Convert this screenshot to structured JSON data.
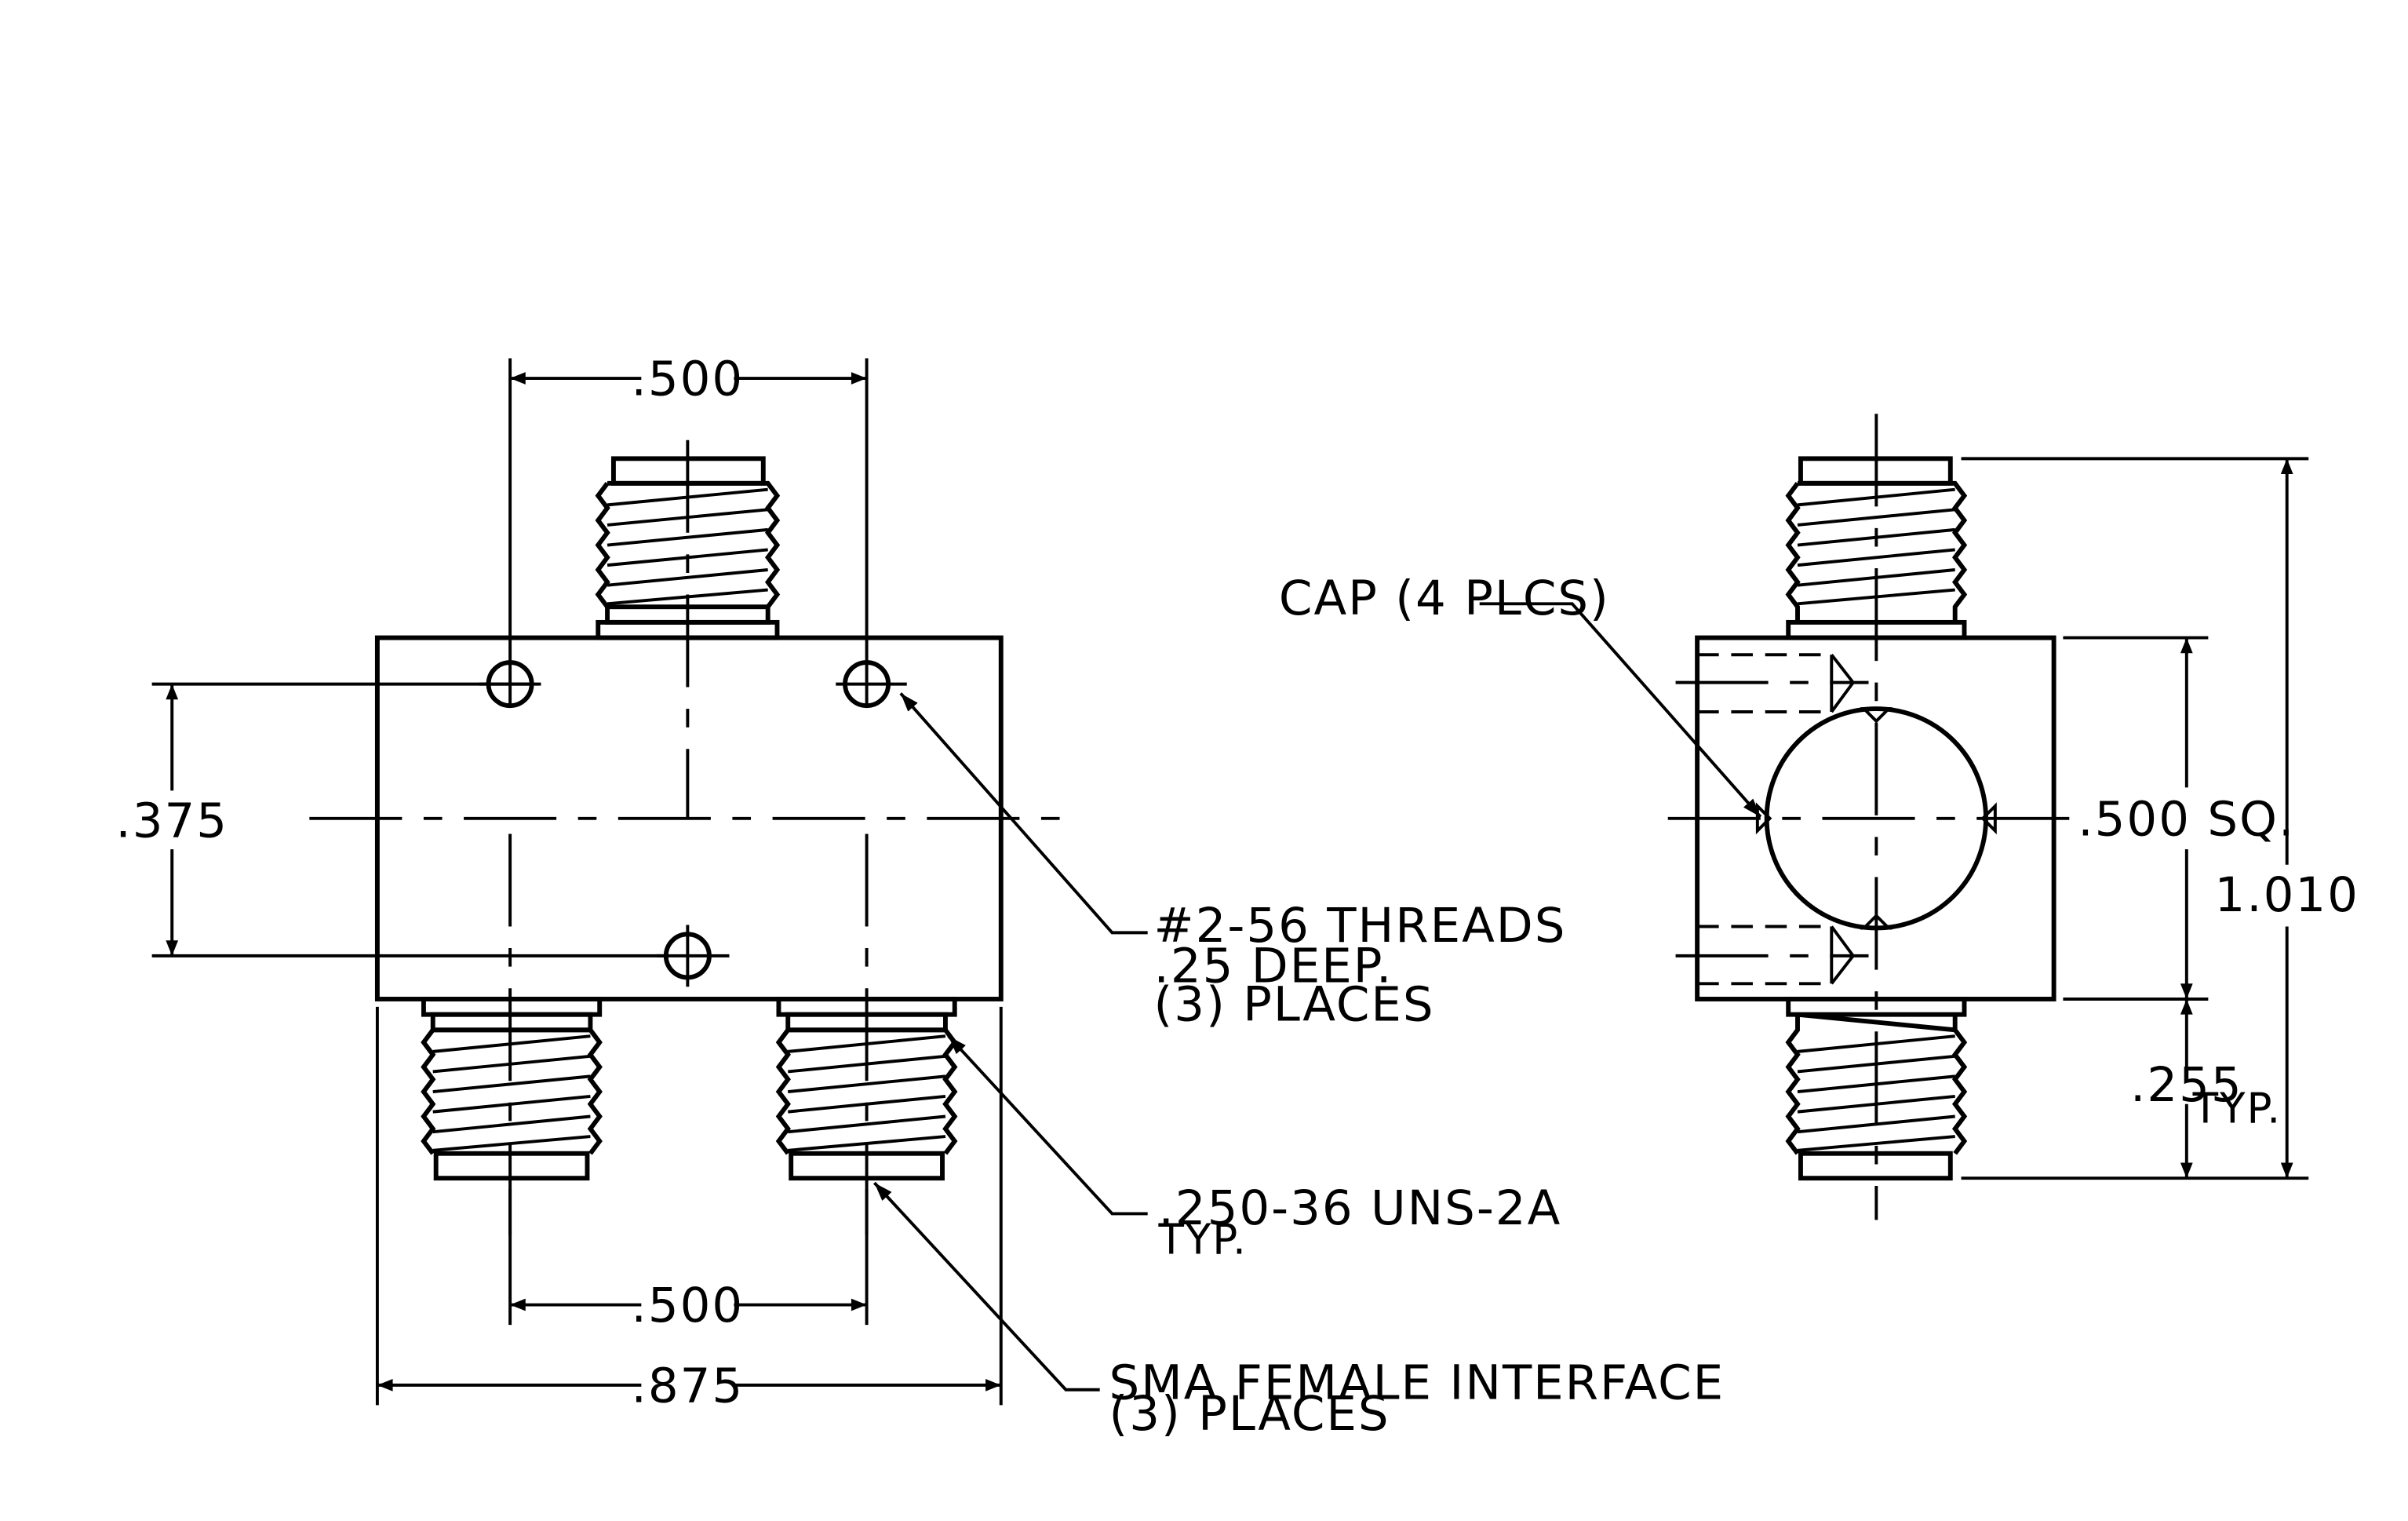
{
  "dimensions": {
    "top_spacing": ".500",
    "bottom_spacing": ".500",
    "overall_width": ".875",
    "hole_spacing_vertical": ".375",
    "square_size": ".500 SQ.",
    "connector_length": ".255",
    "connector_length_note": "TYP.",
    "overall_height": "1.010"
  },
  "callouts": {
    "threads": [
      "#2-56 THREADS",
      ".25 DEEP.",
      "(3) PLACES"
    ],
    "uns_thread": [
      ".250-36 UNS-2A",
      "TYP."
    ],
    "sma": [
      "SMA FEMALE INTERFACE",
      "(3)  PLACES"
    ],
    "cap": "CAP (4 PLCS)"
  },
  "colors": {
    "line": "#000000",
    "background": "#ffffff"
  }
}
